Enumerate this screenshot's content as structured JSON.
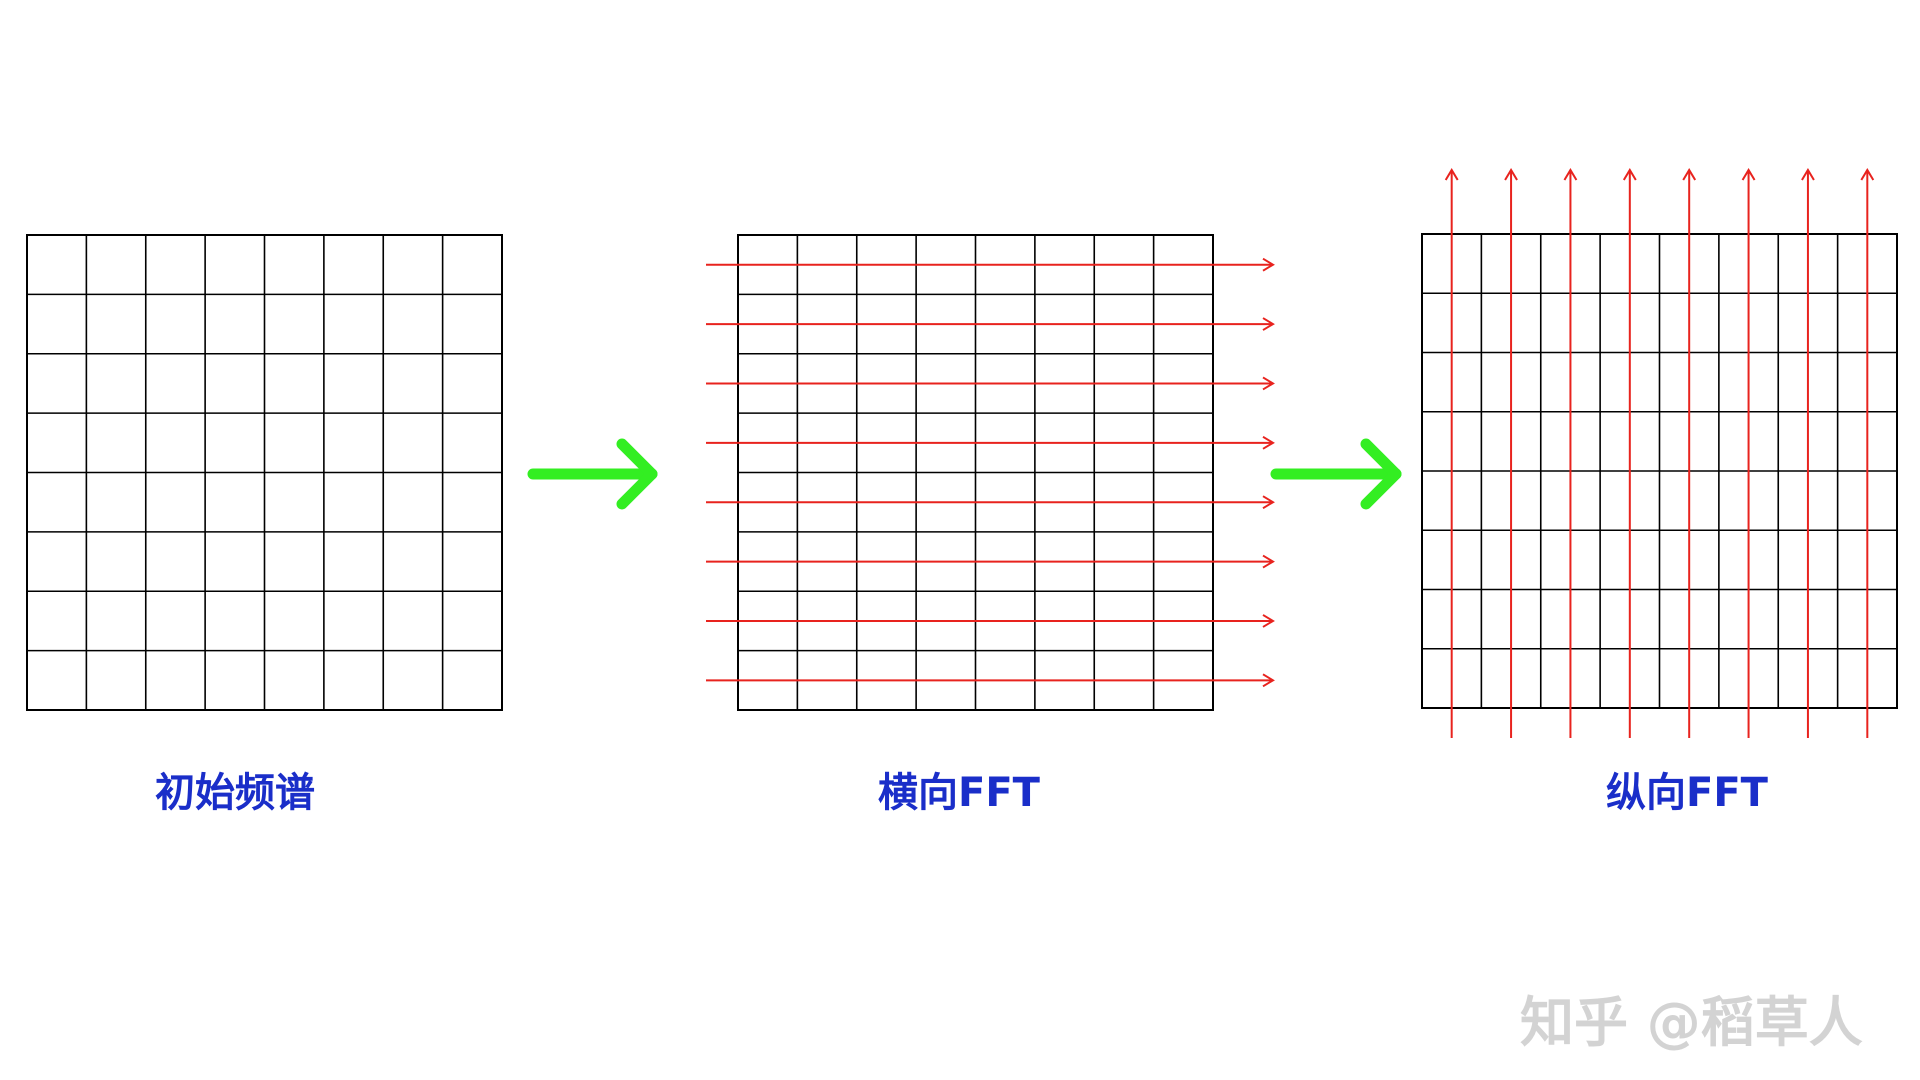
{
  "diagram": {
    "grid_rows": 8,
    "grid_cols": 8,
    "stages": [
      {
        "label": "初始频谱",
        "overlay": "none"
      },
      {
        "label": "横向FFT",
        "overlay": "horizontal"
      },
      {
        "label": "纵向FFT",
        "overlay": "vertical"
      }
    ],
    "connector_count": 2
  },
  "watermark": {
    "text": "知乎 @稻草人"
  },
  "colors": {
    "grid": "#000000",
    "fft_arrow": "#e8231e",
    "connector": "#33ee22",
    "label": "#1a2ec9",
    "watermark": "#cfcfcf"
  }
}
